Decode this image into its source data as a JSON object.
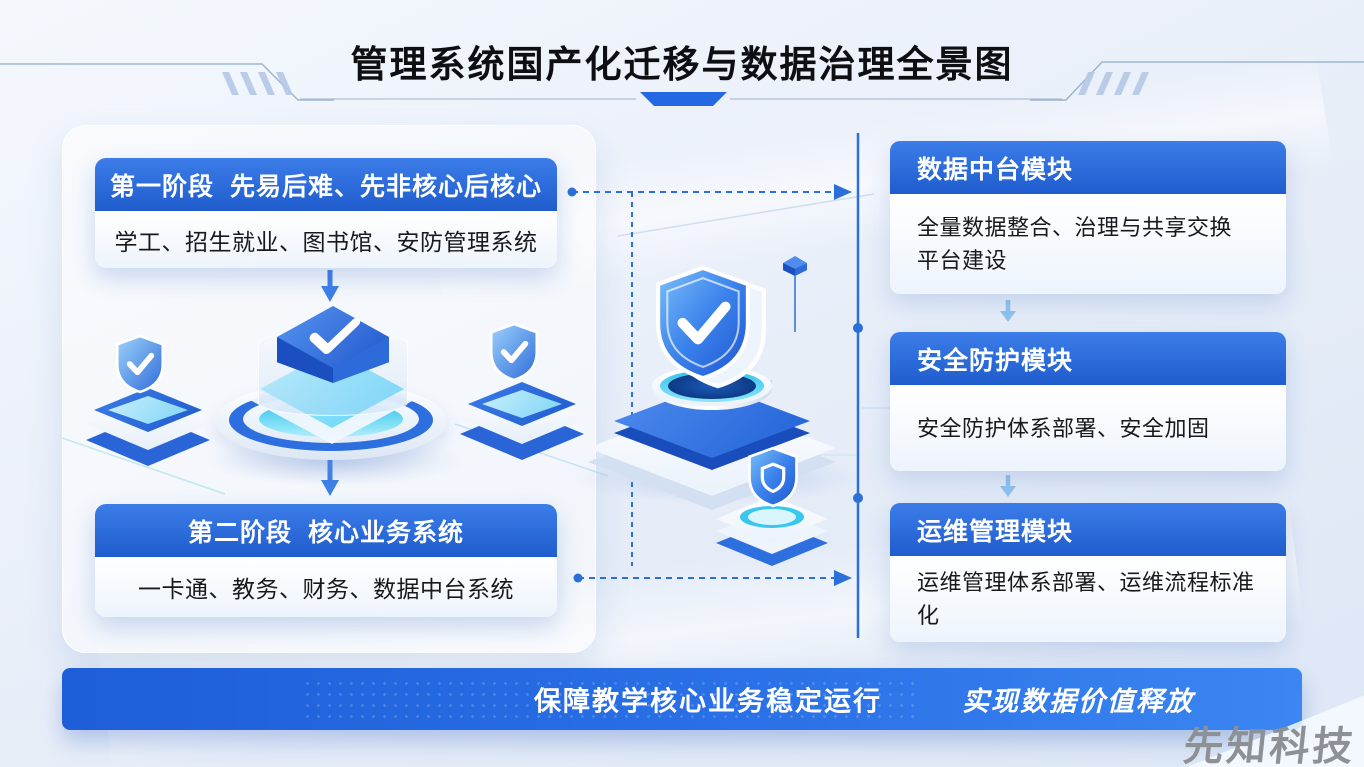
{
  "title": "管理系统国产化迁移与数据治理全景图",
  "stages": {
    "stage1": {
      "header": "第一阶段  先易后难、先非核心后核心",
      "body": "学工、招生就业、图书馆、安防管理系统"
    },
    "stage2": {
      "header": "第二阶段  核心业务系统",
      "body": "一卡通、教务、财务、数据中台系统"
    }
  },
  "modules": [
    {
      "header": "数据中台模块",
      "body": "全量数据整合、治理与共享交换平台建设"
    },
    {
      "header": "安全防护模块",
      "body": "安全防护体系部署、安全加固"
    },
    {
      "header": "运维管理模块",
      "body": "运维管理体系部署、运维流程标准化"
    }
  ],
  "footer": {
    "left_text": "保障教学核心业务稳定运行",
    "right_text": "实现数据价值释放"
  },
  "watermark": "先知科技",
  "icons": {
    "big_shield": "shield-check-icon",
    "small_shield": "shield-emblem-icon",
    "cube": "cube-check-icon",
    "flow_arrow": "dashed-arrow-icon",
    "down_arrow": "down-arrow-icon"
  },
  "colors": {
    "accent_blue": "#2468e3",
    "header_gradient_top": "#3c7de9",
    "header_gradient_bottom": "#1f5ccd",
    "cyan_glow": "#39c7ee",
    "footer_gradient_left": "#1e5ed8",
    "footer_gradient_right": "#3b86f2",
    "watermark_gray": "#8d9196"
  }
}
